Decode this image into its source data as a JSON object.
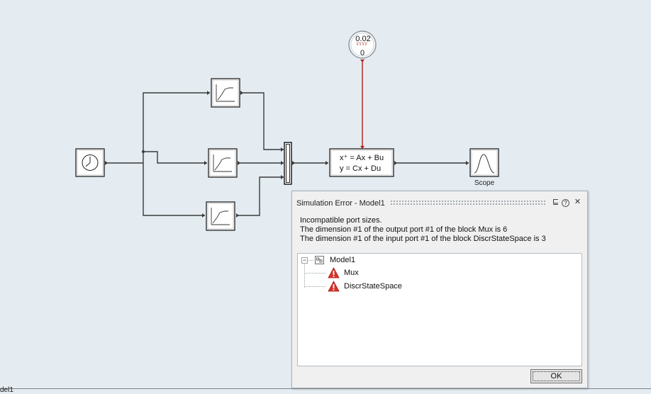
{
  "diagram": {
    "ss_equation_1": "x⁺ = Ax + Bu",
    "ss_equation_2": "y = Cx + Du",
    "constant_top": "0.02",
    "constant_bottom": "0",
    "scope_label": "Scope",
    "colors": {
      "wire": "#3a3a3a",
      "param_wire": "#b31b1b",
      "block_bg": "#ffffff"
    }
  },
  "dialog": {
    "title": "Simulation Error - Model1",
    "message": [
      "Incompatible port sizes.",
      "The dimension #1 of the output port #1 of the block Mux is 6",
      "The dimension #1 of the input port #1 of the block DiscrStateSpace is 3"
    ],
    "tree": {
      "root": "Model1",
      "children": [
        "Mux",
        "DiscrStateSpace"
      ]
    },
    "ok_label": "OK",
    "controls": {
      "pin": "⊑",
      "help": "?",
      "close": "✕"
    }
  },
  "status": {
    "text": "del1"
  }
}
